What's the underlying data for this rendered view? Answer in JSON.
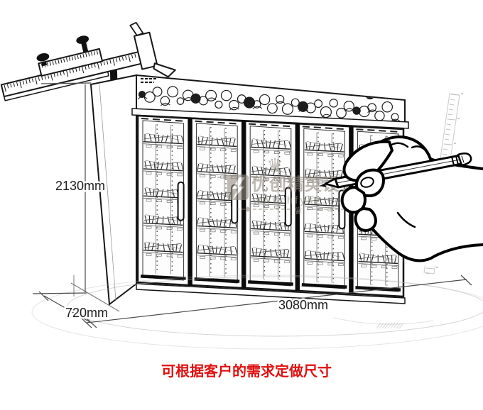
{
  "scene": {
    "description": "line-art illustration of a five-door commercial beverage display cooler with measuring tools",
    "elements": [
      "vernier-caliper",
      "display-cooler",
      "hand-with-pencil",
      "vertical-ruler",
      "floor-sketch"
    ]
  },
  "dimensions": {
    "height": "2130mm",
    "depth": "720mm",
    "width": "3080mm"
  },
  "watermark": {
    "brand": "优创精英设计团队",
    "url": "www.hfykz.com",
    "crown": "♛",
    "color": "#938d81"
  },
  "caption": {
    "text": "可根据客户的需求定做尺寸",
    "color": "#e01111"
  },
  "colors": {
    "line_art": "#161616",
    "dimension_lines": "#4a4a4a",
    "watermark_gray": "#938d81",
    "caption_red": "#e01111",
    "background": "#ffffff"
  }
}
